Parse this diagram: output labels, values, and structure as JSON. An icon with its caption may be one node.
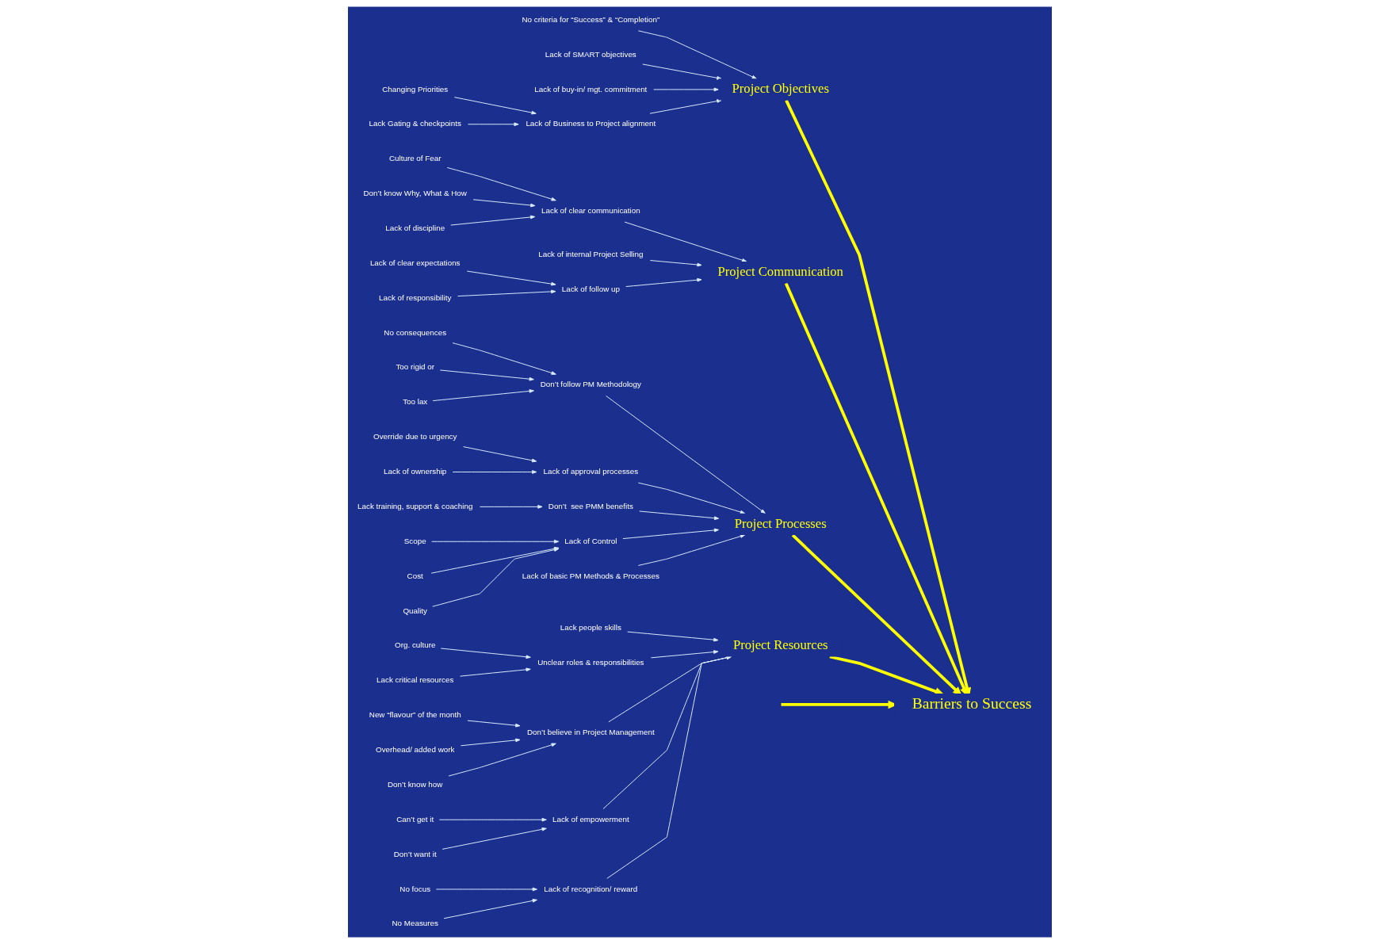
{
  "diagram": {
    "nodes": [
      {
        "text": [
          "Barriers to Success"
        ]
      },
      {
        "text": [
          "Project Objectives"
        ]
      },
      {
        "text": [
          "Project Communication"
        ]
      },
      {
        "text": [
          "Project Processes"
        ]
      },
      {
        "text": [
          "Project Resources"
        ]
      },
      {
        "text": [
          "No criteria for “Success” & “Completion”"
        ]
      },
      {
        "text": [
          "Lack of SMART objectives"
        ]
      },
      {
        "text": [
          "Lack of buy-in/ mgt. commitment"
        ]
      },
      {
        "text": [
          "Lack of Business to Project alignment"
        ]
      },
      {
        "text": [
          "Changing Priorities"
        ]
      },
      {
        "text": [
          "Lack Gating & checkpoints"
        ]
      },
      {
        "text": [
          "Lack of clear communication"
        ]
      },
      {
        "text": [
          "Culture of Fear"
        ]
      },
      {
        "text": [
          "Don’t know Why, What & How"
        ]
      },
      {
        "text": [
          "Lack of discipline"
        ]
      },
      {
        "text": [
          "Lack of internal Project Selling"
        ]
      },
      {
        "text": [
          "Lack of follow up"
        ]
      },
      {
        "text": [
          "Lack of clear expectations"
        ]
      },
      {
        "text": [
          "Lack of responsibility"
        ]
      },
      {
        "text": [
          "Don’t follow PM Methodology"
        ]
      },
      {
        "text": [
          "No consequences"
        ]
      },
      {
        "text": [
          "Too rigid or"
        ]
      },
      {
        "text": [
          "Too lax"
        ]
      },
      {
        "text": [
          "Lack of approval processes"
        ]
      },
      {
        "text": [
          "Override due to urgency"
        ]
      },
      {
        "text": [
          "Lack of ownership"
        ]
      },
      {
        "text": [
          "Don’t  see PMM benefits"
        ]
      },
      {
        "text": [
          "Lack training, support & coaching"
        ]
      },
      {
        "text": [
          "Lack of Control"
        ]
      },
      {
        "text": [
          "Scope"
        ]
      },
      {
        "text": [
          "Cost"
        ]
      },
      {
        "text": [
          "Quality"
        ]
      },
      {
        "text": [
          "Lack of basic PM Methods & Processes"
        ]
      },
      {
        "text": [
          "Lack people skills"
        ]
      },
      {
        "text": [
          "Unclear roles & responsibilities"
        ]
      },
      {
        "text": [
          "Org. culture"
        ]
      },
      {
        "text": [
          "Lack critical resources"
        ]
      },
      {
        "text": [
          "Don’t believe in Project Management"
        ]
      },
      {
        "text": [
          "New “flavour” of the month"
        ]
      },
      {
        "text": [
          "Overhead/ added work"
        ]
      },
      {
        "text": [
          "Don’t know how"
        ]
      },
      {
        "text": [
          "Lack of empowerment"
        ]
      },
      {
        "text": [
          "Can’t get it"
        ]
      },
      {
        "text": [
          "Don’t want it"
        ]
      },
      {
        "text": [
          "Lack of recognition/ reward"
        ]
      },
      {
        "text": [
          "No focus"
        ]
      },
      {
        "text": [
          "No Measures"
        ]
      }
    ],
    "edges": [
      {
        "from": null,
        "to": 0,
        "arrow": "to",
        "style": "thick",
        "color": "#ffff00"
      },
      {
        "from": 1,
        "to": 0,
        "arrow": "to",
        "style": "thick",
        "color": "#ffff00"
      },
      {
        "from": 2,
        "to": 0,
        "arrow": "to",
        "style": "thick",
        "color": "#ffff00"
      },
      {
        "from": 3,
        "to": 0,
        "arrow": "to",
        "style": "thick",
        "color": "#ffff00"
      },
      {
        "from": 4,
        "to": 0,
        "arrow": "to",
        "style": "thick",
        "color": "#ffff00"
      },
      {
        "from": 5,
        "to": 1,
        "arrow": "to"
      },
      {
        "from": 6,
        "to": 1,
        "arrow": "to"
      },
      {
        "from": 7,
        "to": 1,
        "arrow": "to"
      },
      {
        "from": 8,
        "to": 1,
        "arrow": "to"
      },
      {
        "from": 9,
        "to": 8,
        "arrow": "to"
      },
      {
        "from": 10,
        "to": 8,
        "arrow": "to"
      },
      {
        "from": 11,
        "to": 2,
        "arrow": "to"
      },
      {
        "from": 12,
        "to": 11,
        "arrow": "to"
      },
      {
        "from": 13,
        "to": 11,
        "arrow": "to"
      },
      {
        "from": 14,
        "to": 11,
        "arrow": "to"
      },
      {
        "from": 15,
        "to": 2,
        "arrow": "to"
      },
      {
        "from": 16,
        "to": 2,
        "arrow": "to"
      },
      {
        "from": 17,
        "to": 16,
        "arrow": "to"
      },
      {
        "from": 18,
        "to": 16,
        "arrow": "to"
      },
      {
        "from": 19,
        "to": 3,
        "arrow": "to"
      },
      {
        "from": 20,
        "to": 19,
        "arrow": "to"
      },
      {
        "from": 21,
        "to": 19,
        "arrow": "to"
      },
      {
        "from": 22,
        "to": 19,
        "arrow": "to"
      },
      {
        "from": 23,
        "to": 3,
        "arrow": "to"
      },
      {
        "from": 24,
        "to": 23,
        "arrow": "to"
      },
      {
        "from": 25,
        "to": 23,
        "arrow": "to"
      },
      {
        "from": 26,
        "to": 3,
        "arrow": "to"
      },
      {
        "from": 27,
        "to": 26,
        "arrow": "to"
      },
      {
        "from": 28,
        "to": 3,
        "arrow": "to"
      },
      {
        "from": 29,
        "to": 28,
        "arrow": "to"
      },
      {
        "from": 30,
        "to": 28,
        "arrow": "to"
      },
      {
        "from": 31,
        "to": 28,
        "arrow": "to"
      },
      {
        "from": 32,
        "to": 3,
        "arrow": "to"
      },
      {
        "from": 33,
        "to": 4,
        "arrow": "to"
      },
      {
        "from": 34,
        "to": 4,
        "arrow": "to"
      },
      {
        "from": 35,
        "to": 34,
        "arrow": "to"
      },
      {
        "from": 36,
        "to": 34,
        "arrow": "to"
      },
      {
        "from": 37,
        "to": 4,
        "arrow": "to"
      },
      {
        "from": 38,
        "to": 37,
        "arrow": "to"
      },
      {
        "from": 39,
        "to": 37,
        "arrow": "to"
      },
      {
        "from": 40,
        "to": 37,
        "arrow": "to"
      },
      {
        "from": 41,
        "to": 4,
        "arrow": "to"
      },
      {
        "from": 42,
        "to": 41,
        "arrow": "to"
      },
      {
        "from": 43,
        "to": 41,
        "arrow": "to"
      },
      {
        "from": 44,
        "to": 4,
        "arrow": "to"
      },
      {
        "from": 45,
        "to": 44,
        "arrow": "to"
      },
      {
        "from": 46,
        "to": 44,
        "arrow": "to"
      }
    ]
  }
}
